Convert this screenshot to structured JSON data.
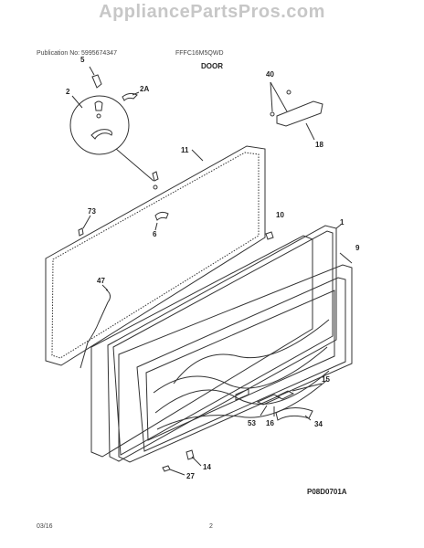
{
  "watermark": "AppliancePartsPros.com",
  "header": {
    "publication": "Publication No: 5995674347",
    "model": "FFFC16M5QWD",
    "section": "DOOR"
  },
  "callouts": {
    "c5": "5",
    "c2": "2",
    "c2a": "2A",
    "c40": "40",
    "c18": "18",
    "c11": "11",
    "c73": "73",
    "c6": "6",
    "c10": "10",
    "c1": "1",
    "c9": "9",
    "c47": "47",
    "c15": "15",
    "c53": "53",
    "c16": "16",
    "c34": "34",
    "c14": "14",
    "c27": "27"
  },
  "diagram_code": "P08D0701A",
  "footer": {
    "date": "03/16",
    "page": "2"
  },
  "colors": {
    "line": "#333333",
    "watermark": "#c7c7c7"
  }
}
